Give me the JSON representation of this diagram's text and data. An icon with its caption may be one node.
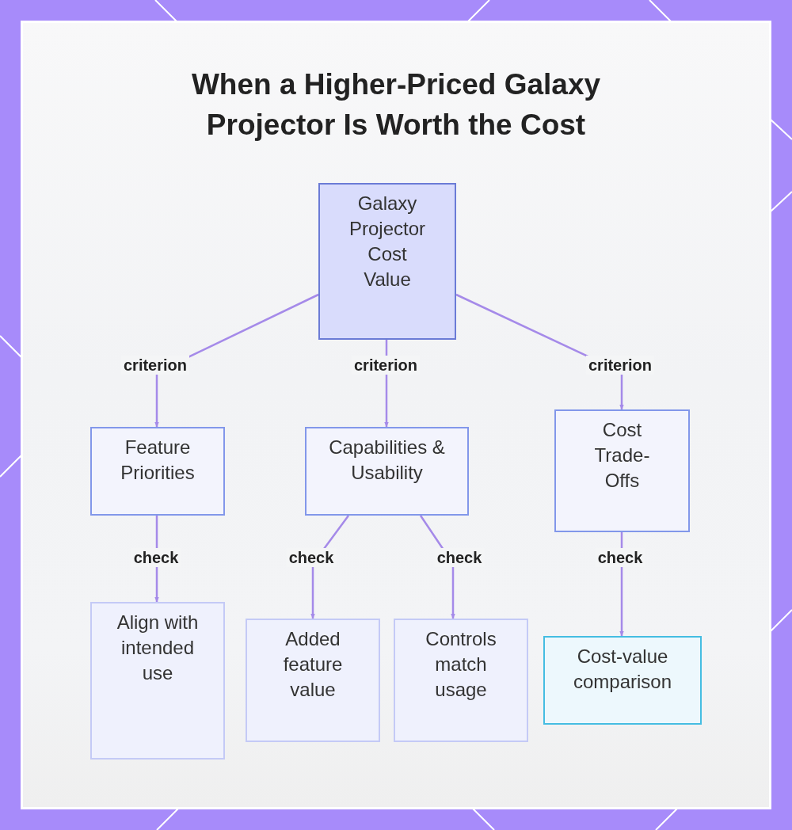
{
  "diagram": {
    "title": "When a Higher-Priced Galaxy Projector Is Worth the Cost",
    "nodes": [
      {
        "text": [
          "Galaxy Projector Cost Value"
        ]
      },
      {
        "text": [
          "Feature Priorities"
        ]
      },
      {
        "text": [
          "Capabilities & Usability"
        ]
      },
      {
        "text": [
          "Cost Trade-Offs"
        ]
      },
      {
        "text": [
          "Align with intended use"
        ]
      },
      {
        "text": [
          "Added feature value"
        ]
      },
      {
        "text": [
          "Controls match usage"
        ]
      },
      {
        "text": [
          "Cost-value comparison"
        ]
      }
    ],
    "edges": [
      {
        "from": 0,
        "to": 1,
        "arrow": "to",
        "label": "criterion"
      },
      {
        "from": 0,
        "to": 2,
        "arrow": "to",
        "label": "criterion"
      },
      {
        "from": 0,
        "to": 3,
        "arrow": "to",
        "label": "criterion"
      },
      {
        "from": 1,
        "to": 4,
        "arrow": "to",
        "label": "check"
      },
      {
        "from": 2,
        "to": 5,
        "arrow": "to",
        "label": "check"
      },
      {
        "from": 2,
        "to": 6,
        "arrow": "to",
        "label": "check"
      },
      {
        "from": 3,
        "to": 7,
        "arrow": "to",
        "label": "check"
      }
    ]
  }
}
